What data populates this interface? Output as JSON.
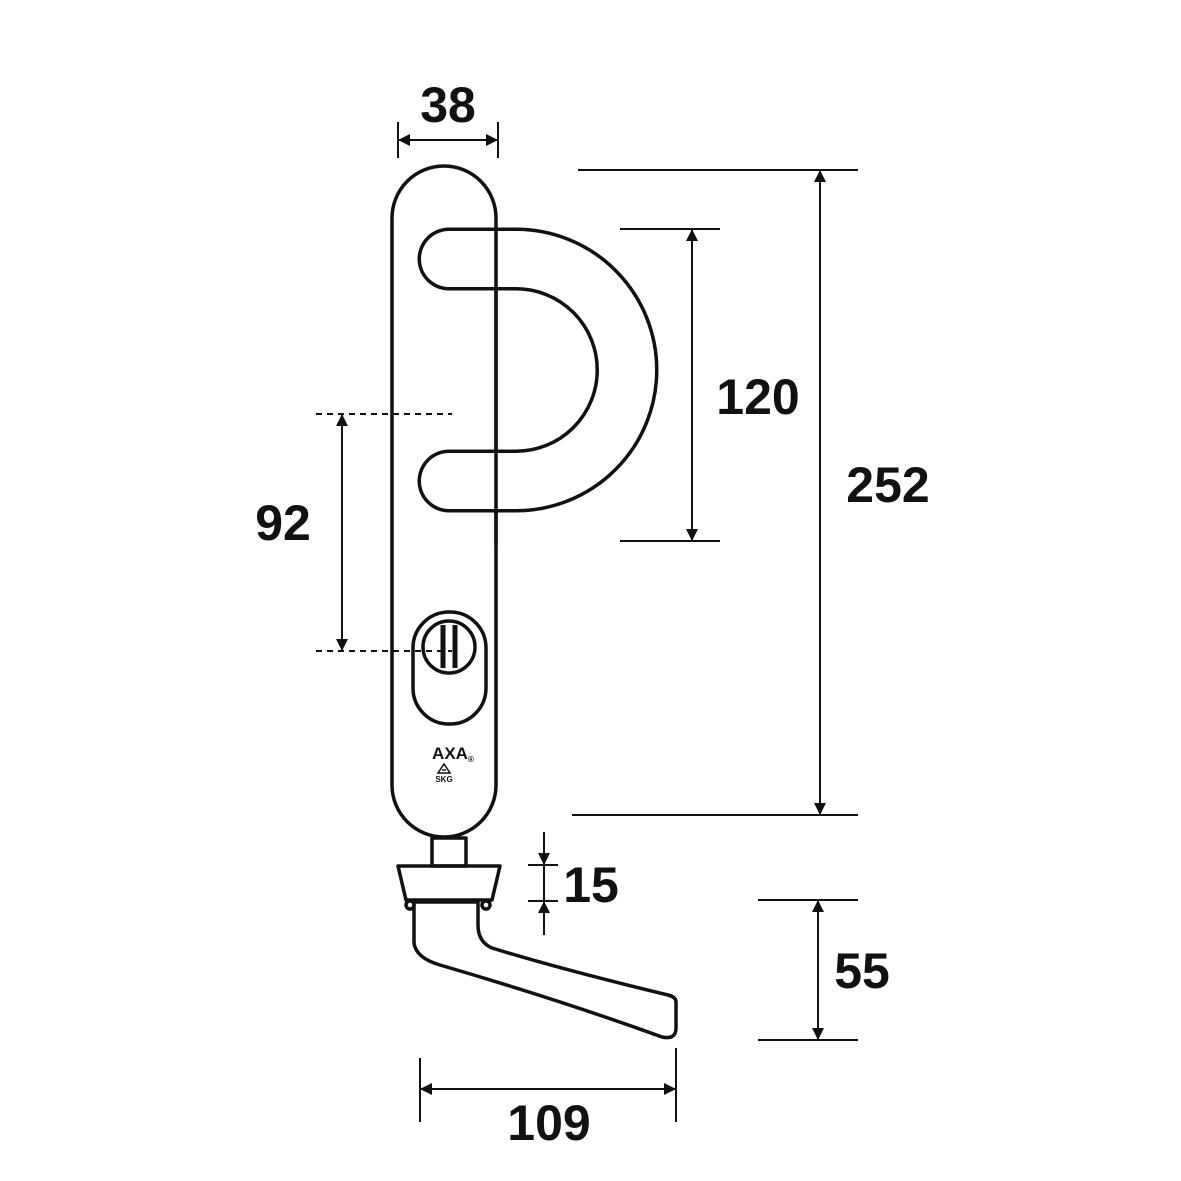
{
  "colors": {
    "ink": "#111111",
    "background": "#ffffff"
  },
  "dimensions": {
    "plate_width": "38",
    "handle_height": "120",
    "total_height": "252",
    "center_distance": "92",
    "lever_thickness": "15",
    "lever_drop": "55",
    "lever_length": "109"
  },
  "logo": {
    "brand": "AXA",
    "registered": "®",
    "certification": "SKG"
  }
}
